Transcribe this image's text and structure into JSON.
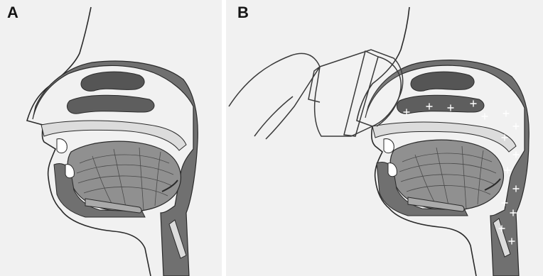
{
  "figure": {
    "panels": [
      {
        "label": "A"
      },
      {
        "label": "B"
      }
    ]
  },
  "colors": {
    "background": "#f1f1f1",
    "tissue": "#707070",
    "tissue_dark": "#555555",
    "tongue": "#909090",
    "light_tissue": "#dcdcdc",
    "outline": "#2a2a2a",
    "mask_outline": "#3a3a3a",
    "air_marks": "#ffffff"
  },
  "icons": {
    "panel_a": "head-sagittal-section",
    "panel_b": "head-sagittal-section-with-face-mask"
  }
}
